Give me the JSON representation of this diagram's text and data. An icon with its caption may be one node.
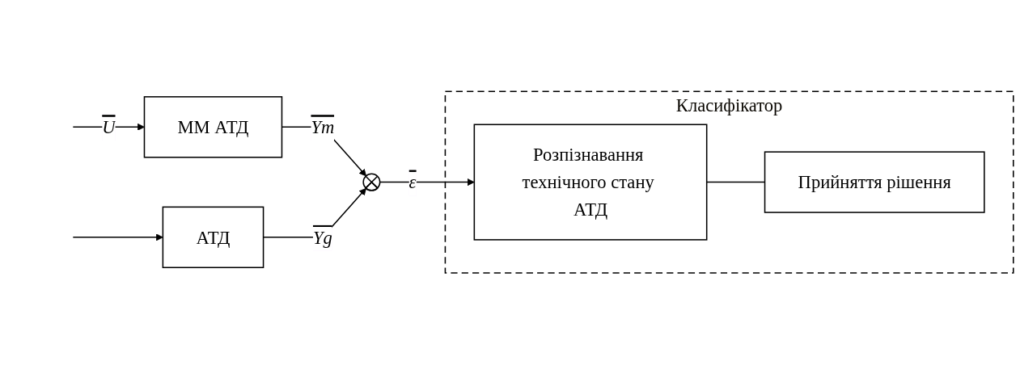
{
  "diagram": {
    "nodes": [
      {
        "text": [
          "ММ АТД"
        ]
      },
      {
        "text": [
          "АТД"
        ]
      },
      {
        "text": [],
        "shape": "circle"
      },
      {
        "text": [
          "Класифікатор"
        ]
      },
      {
        "text": [
          "Розпізнавання технічного стану АТД"
        ],
        "in": 3
      },
      {
        "text": [
          "Прийняття рішення"
        ],
        "in": 3
      }
    ],
    "edges": [
      {
        "from": null,
        "to": 0,
        "arrow": "to",
        "label": "U"
      },
      {
        "from": null,
        "to": 1,
        "arrow": "to"
      },
      {
        "from": 0,
        "to": 2,
        "arrow": "to",
        "label": "Ym"
      },
      {
        "from": 1,
        "to": 2,
        "arrow": "to",
        "label": "Yg"
      },
      {
        "from": 2,
        "to": 4,
        "arrow": "to",
        "label": "ε"
      },
      {
        "from": 4,
        "to": 5,
        "arrow": "none"
      }
    ]
  }
}
